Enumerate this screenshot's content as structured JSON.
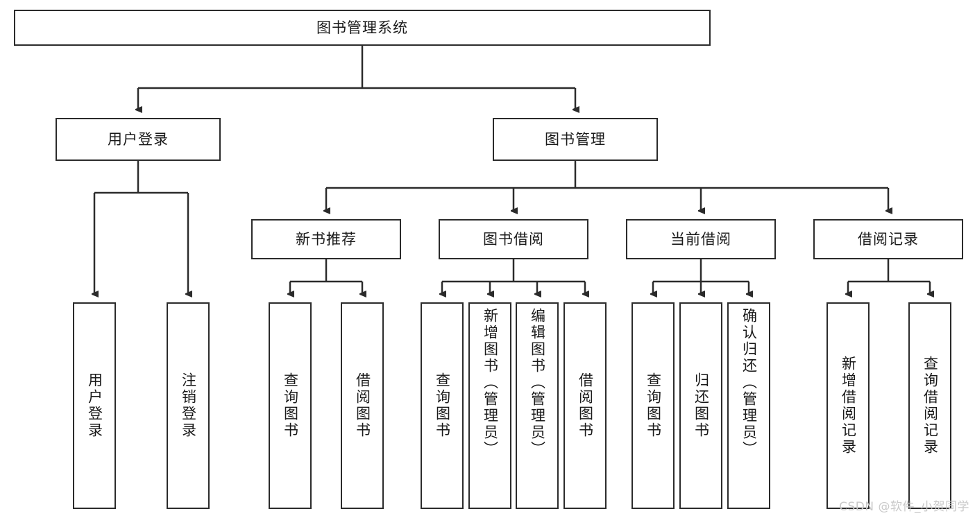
{
  "diagram": {
    "title": "图书管理系统",
    "watermark": "CSDN @软件_小贺同学",
    "colors": {
      "stroke": "#2b2b2b",
      "fill": "#ffffff",
      "text": "#1a1a1a",
      "watermark": "#c9c9c9"
    },
    "nodes": {
      "root": {
        "label": "图书管理系统"
      },
      "level2": [
        {
          "label": "用户登录"
        },
        {
          "label": "图书管理"
        }
      ],
      "level3": [
        {
          "label": "新书推荐"
        },
        {
          "label": "图书借阅"
        },
        {
          "label": "当前借阅"
        },
        {
          "label": "借阅记录"
        }
      ],
      "leaves": {
        "user_login": [
          {
            "label": "用户登录"
          },
          {
            "label": "注销登录"
          }
        ],
        "new_book_recommend": [
          {
            "label": "查询图书"
          },
          {
            "label": "借阅图书"
          }
        ],
        "book_borrow": [
          {
            "label": "查询图书"
          },
          {
            "label": "新增图书（管理员）"
          },
          {
            "label": "编辑图书（管理员）"
          },
          {
            "label": "借阅图书"
          }
        ],
        "current_borrow": [
          {
            "label": "查询图书"
          },
          {
            "label": "归还图书"
          },
          {
            "label": "确认归还（管理员）"
          }
        ],
        "borrow_record": [
          {
            "label": "新增借阅记录"
          },
          {
            "label": "查询借阅记录"
          }
        ]
      }
    }
  }
}
